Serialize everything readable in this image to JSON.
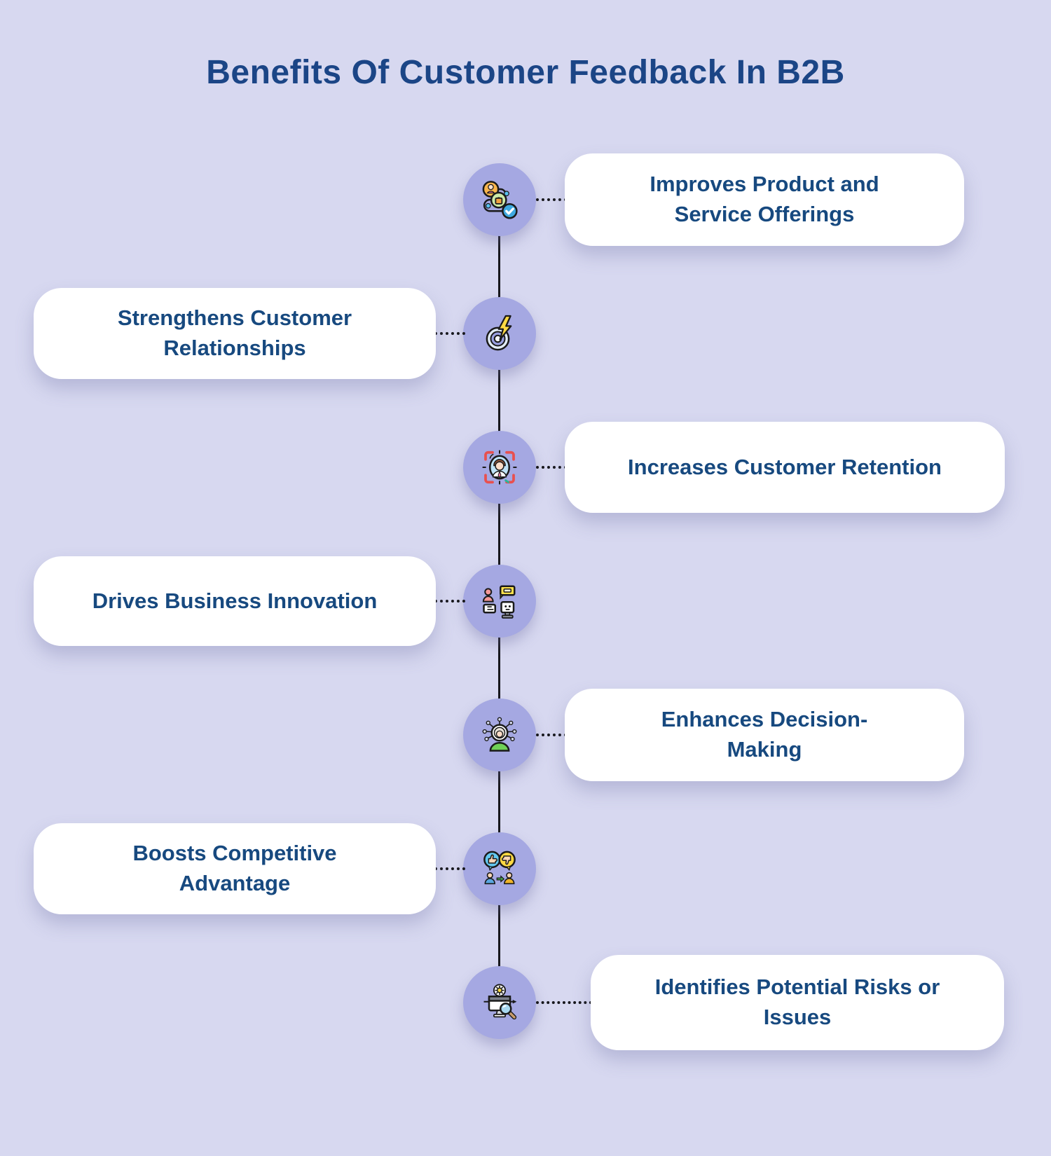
{
  "title": "Benefits Of Customer Feedback In B2B",
  "colors": {
    "background": "#d7d8f0",
    "badge": "#a5a8e2",
    "card": "#ffffff",
    "text": "#17497f",
    "title": "#1b4586",
    "line": "#17171c"
  },
  "items": [
    {
      "label": "Improves Product and Service Offerings",
      "side": "right",
      "icon": "process-flow-icon"
    },
    {
      "label": "Strengthens Customer Relationships",
      "side": "left",
      "icon": "target-lightning-icon"
    },
    {
      "label": "Increases Customer Retention",
      "side": "right",
      "icon": "customer-focus-icon"
    },
    {
      "label": "Drives Business Innovation",
      "side": "left",
      "icon": "human-robot-chat-icon"
    },
    {
      "label": "Enhances Decision-Making",
      "side": "right",
      "icon": "mind-network-icon"
    },
    {
      "label": "Boosts Competitive Advantage",
      "side": "left",
      "icon": "thumbs-feedback-icon"
    },
    {
      "label": "Identifies Potential Risks or Issues",
      "side": "right",
      "icon": "monitor-analysis-icon"
    }
  ]
}
